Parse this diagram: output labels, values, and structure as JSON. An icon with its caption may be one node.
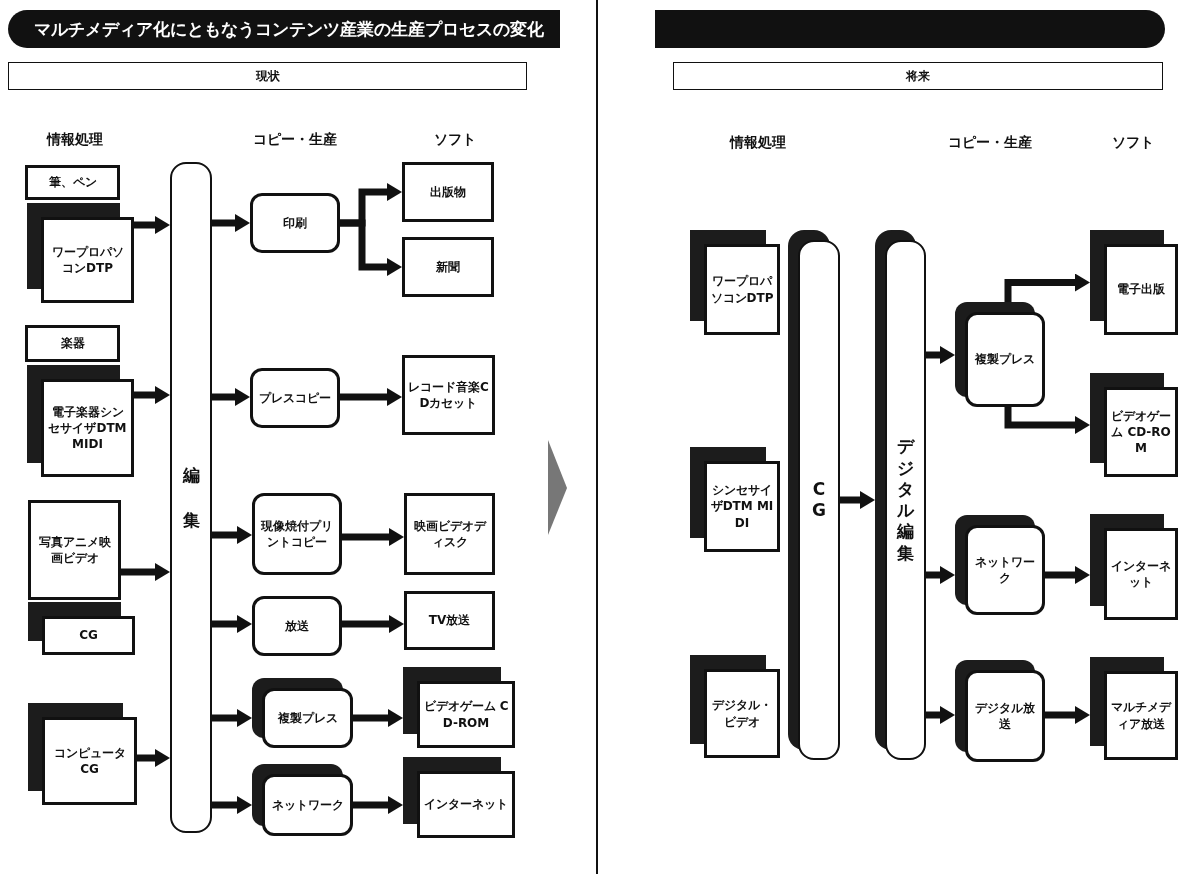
{
  "diagram": {
    "title": "マルチメディア化にともなうコンテンツ産業の生産プロセスの変化",
    "nodes": [
      {
        "text": [
          "現状"
        ]
      },
      {
        "text": [
          "筆、ペン"
        ]
      },
      {
        "text": [
          "ワープロパソコンDTP"
        ]
      },
      {
        "text": [
          "楽器"
        ]
      },
      {
        "text": [
          "電子楽器シンセサイザDTM MIDI"
        ]
      },
      {
        "text": [
          "写真アニメ映画ビデオ"
        ]
      },
      {
        "text": [
          "CG"
        ]
      },
      {
        "text": [
          "コンピュータ CG"
        ]
      },
      {
        "text": [
          "編集"
        ]
      },
      {
        "text": [
          "印刷"
        ]
      },
      {
        "text": [
          "出版物"
        ]
      },
      {
        "text": [
          "新聞"
        ]
      },
      {
        "text": [
          "プレスコピー"
        ]
      },
      {
        "text": [
          "レコード音楽CDカセット"
        ]
      },
      {
        "text": [
          "現像焼付プリントコピー"
        ]
      },
      {
        "text": [
          "映画ビデオディスク"
        ]
      },
      {
        "text": [
          "放送"
        ]
      },
      {
        "text": [
          "TV放送"
        ]
      },
      {
        "text": [
          "複製プレス"
        ]
      },
      {
        "text": [
          "ビデオゲーム CD-ROM"
        ]
      },
      {
        "text": [
          "ネットワーク"
        ]
      },
      {
        "text": [
          "インターネット"
        ]
      },
      {
        "text": [
          "将来"
        ]
      },
      {
        "text": [
          "ワープロパソコンDTP"
        ]
      },
      {
        "text": [
          "シンセサイザDTM MIDI"
        ]
      },
      {
        "text": [
          "デジタル・ビデオ"
        ]
      },
      {
        "text": [
          "CG"
        ]
      },
      {
        "text": [
          "デジタル編集"
        ]
      },
      {
        "text": [
          "複製プレス"
        ]
      },
      {
        "text": [
          "電子出版"
        ]
      },
      {
        "text": [
          "ビデオゲーム CD-ROM"
        ]
      },
      {
        "text": [
          "ネットワーク"
        ]
      },
      {
        "text": [
          "インターネット"
        ]
      },
      {
        "text": [
          "デジタル放送"
        ]
      },
      {
        "text": [
          "マルチメディア放送"
        ]
      }
    ],
    "edges": [
      {
        "from": 2,
        "to": 8,
        "arrow": "to"
      },
      {
        "from": 4,
        "to": 8,
        "arrow": "to"
      },
      {
        "from": 5,
        "to": 8,
        "arrow": "to"
      },
      {
        "from": 7,
        "to": 8,
        "arrow": "to"
      },
      {
        "from": 8,
        "to": 9,
        "arrow": "to"
      },
      {
        "from": 9,
        "to": 10,
        "arrow": "to"
      },
      {
        "from": 9,
        "to": 11,
        "arrow": "to"
      },
      {
        "from": 8,
        "to": 12,
        "arrow": "to"
      },
      {
        "from": 12,
        "to": 13,
        "arrow": "to"
      },
      {
        "from": 8,
        "to": 14,
        "arrow": "to"
      },
      {
        "from": 14,
        "to": 15,
        "arrow": "to"
      },
      {
        "from": 8,
        "to": 16,
        "arrow": "to"
      },
      {
        "from": 16,
        "to": 17,
        "arrow": "to"
      },
      {
        "from": 8,
        "to": 18,
        "arrow": "to"
      },
      {
        "from": 18,
        "to": 19,
        "arrow": "to"
      },
      {
        "from": 8,
        "to": 20,
        "arrow": "to"
      },
      {
        "from": 20,
        "to": 21,
        "arrow": "to"
      },
      {
        "from": 26,
        "to": 27,
        "arrow": "to"
      },
      {
        "from": 27,
        "to": 28,
        "arrow": "to"
      },
      {
        "from": 28,
        "to": 29,
        "arrow": "to"
      },
      {
        "from": 28,
        "to": 30,
        "arrow": "to"
      },
      {
        "from": 27,
        "to": 31,
        "arrow": "to"
      },
      {
        "from": 31,
        "to": 32,
        "arrow": "to"
      },
      {
        "from": 27,
        "to": 33,
        "arrow": "to"
      },
      {
        "from": 33,
        "to": 34,
        "arrow": "to"
      }
    ],
    "labels": [
      "情報処理",
      "コピー・生産",
      "ソフト",
      "情報処理",
      "コピー・生産",
      "ソフト"
    ]
  }
}
